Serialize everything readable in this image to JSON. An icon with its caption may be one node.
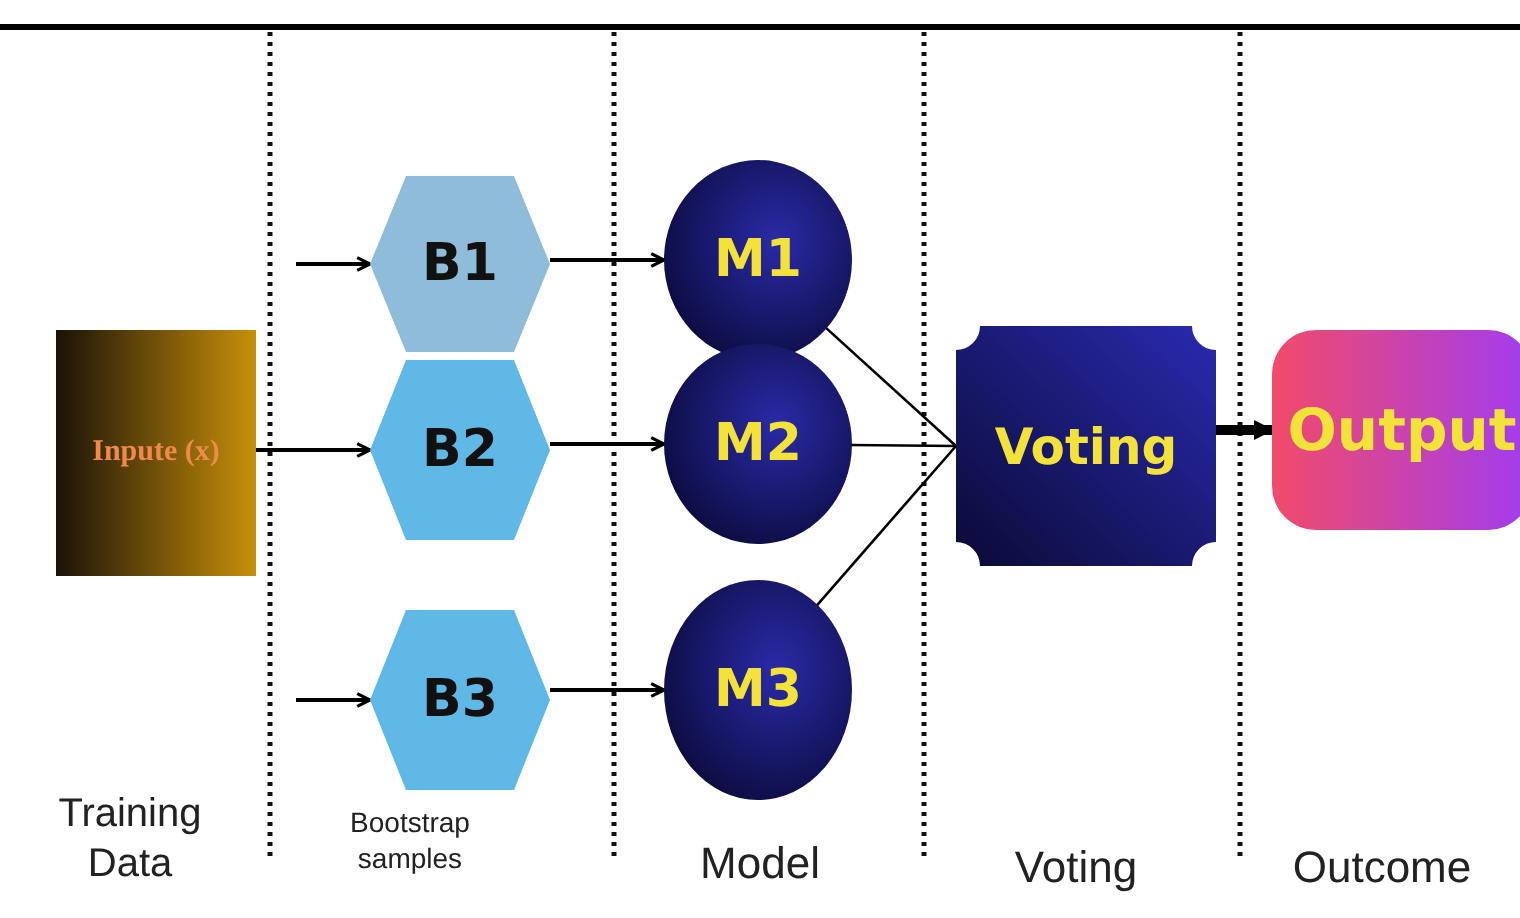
{
  "diagram": {
    "nodes": [
      {
        "text": [
          "Inpute (x)"
        ]
      },
      {
        "text": [
          "B1"
        ]
      },
      {
        "text": [
          "B2"
        ]
      },
      {
        "text": [
          "B3"
        ]
      },
      {
        "text": [
          "M1"
        ]
      },
      {
        "text": [
          "M2"
        ]
      },
      {
        "text": [
          "M3"
        ]
      },
      {
        "text": [
          "Voting"
        ]
      },
      {
        "text": [
          "Output"
        ]
      }
    ],
    "edges": [
      {
        "from": null,
        "to": 1,
        "arrow": "to"
      },
      {
        "from": 0,
        "to": 2,
        "arrow": "to"
      },
      {
        "from": null,
        "to": 3,
        "arrow": "to"
      },
      {
        "from": 1,
        "to": 4,
        "arrow": "to"
      },
      {
        "from": 2,
        "to": 5,
        "arrow": "to"
      },
      {
        "from": 3,
        "to": 6,
        "arrow": "to"
      },
      {
        "from": 4,
        "to": 7,
        "arrow": "none"
      },
      {
        "from": 5,
        "to": 7,
        "arrow": "none"
      },
      {
        "from": 6,
        "to": 7,
        "arrow": "none"
      },
      {
        "from": 7,
        "to": 8,
        "arrow": "to",
        "style": "thick"
      }
    ],
    "labels": [
      "Training Data",
      "Bootstrap samples",
      "Model",
      "Voting",
      "Outcome"
    ]
  }
}
